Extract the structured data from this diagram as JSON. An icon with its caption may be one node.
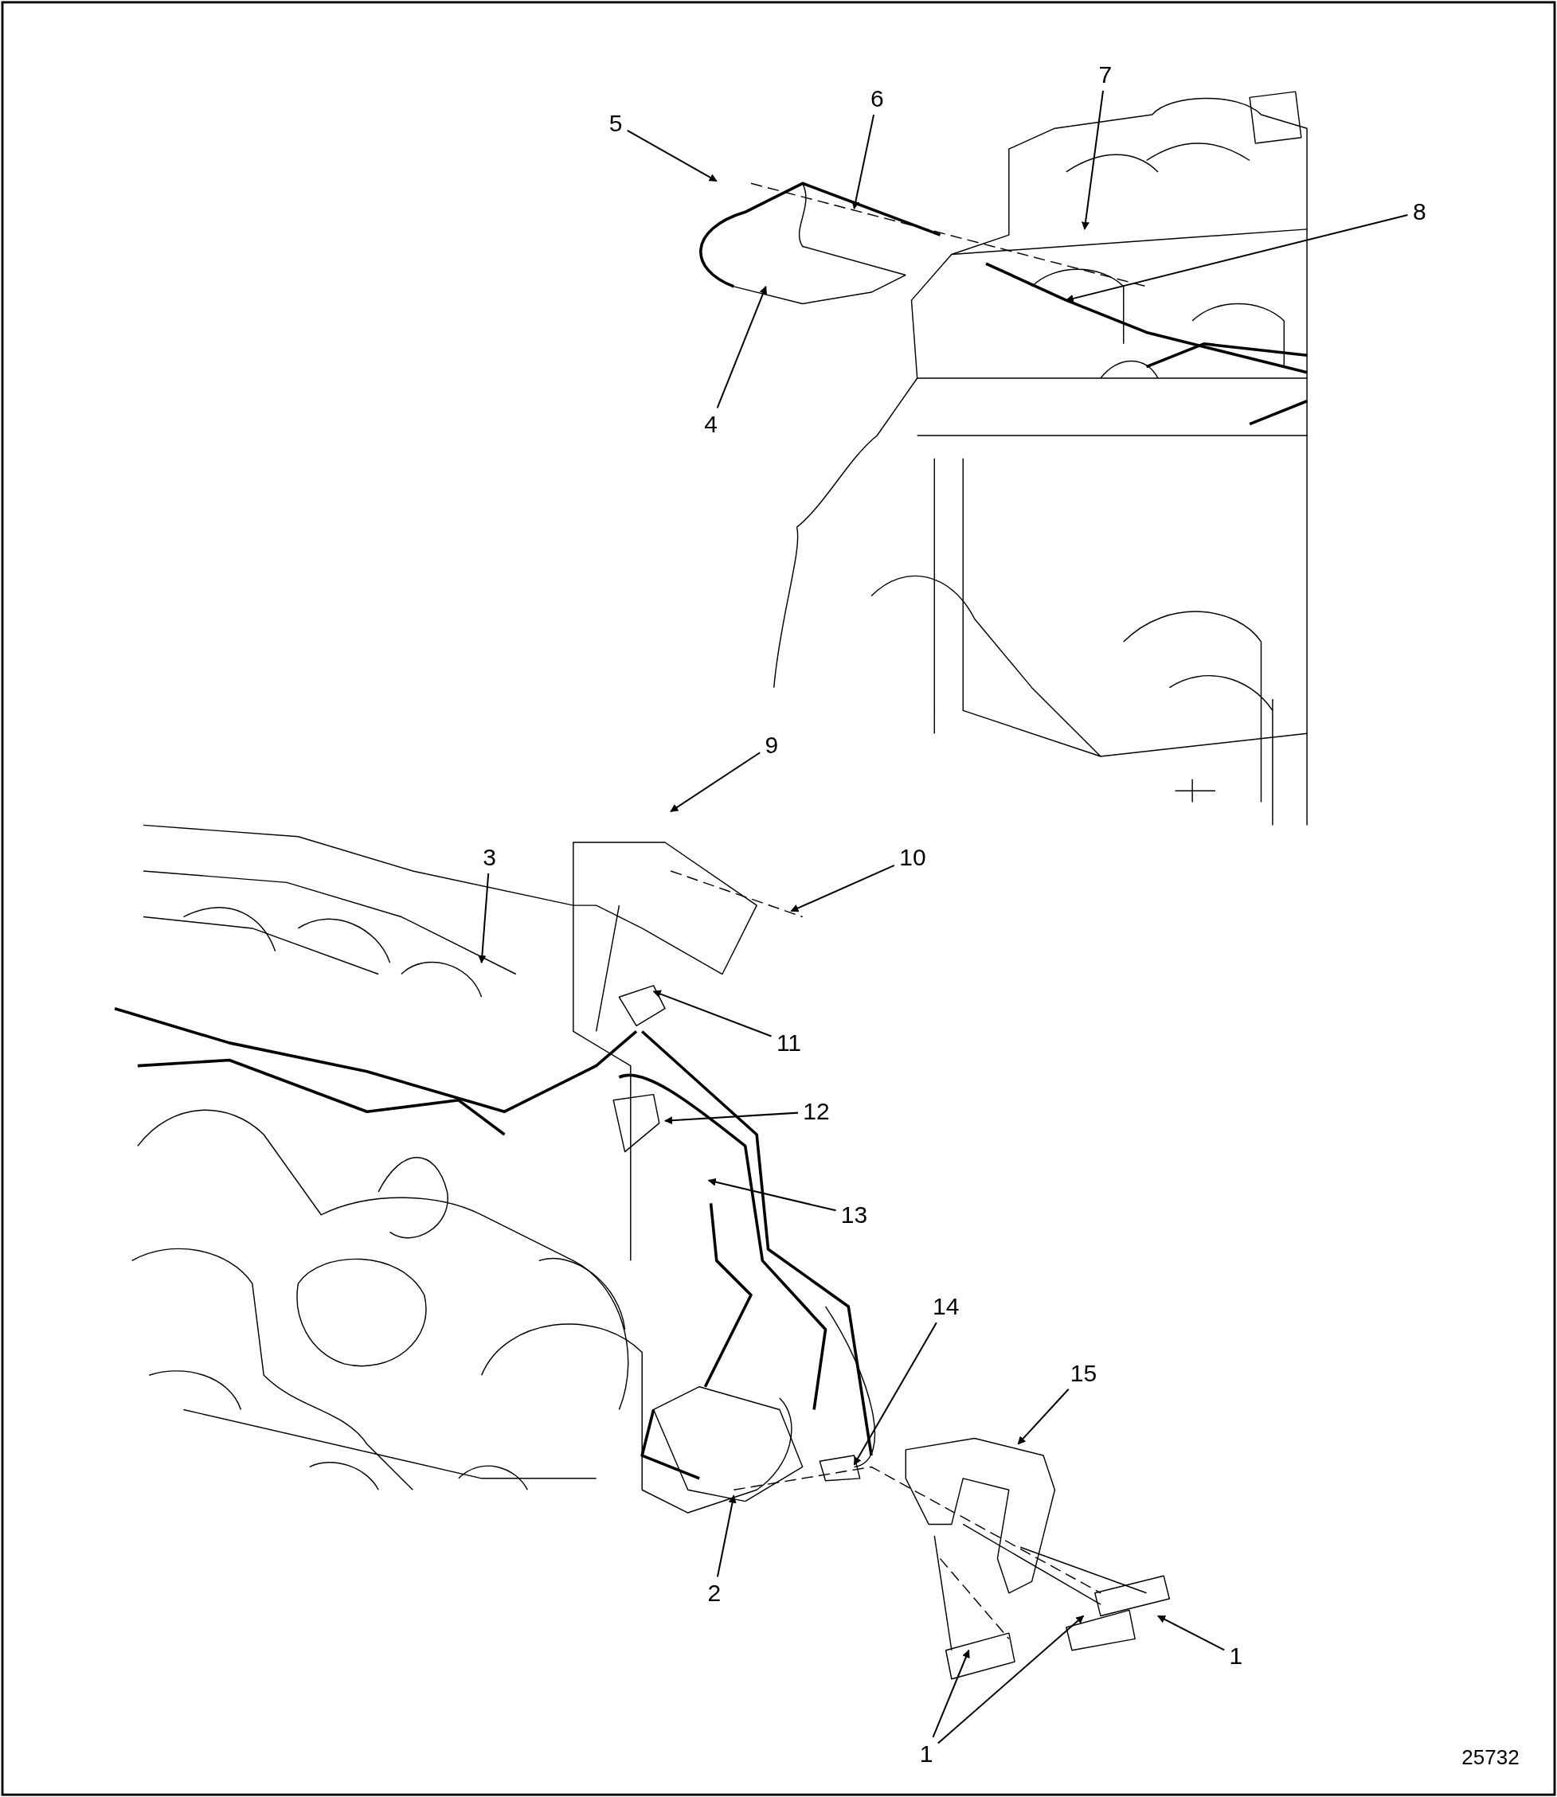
{
  "diagram": {
    "nodes": [
      {
        "text": [
          "7"
        ]
      },
      {
        "text": [
          "6"
        ]
      },
      {
        "text": [
          "5"
        ]
      },
      {
        "text": [
          "8"
        ]
      },
      {
        "text": [
          "4"
        ]
      },
      {
        "text": [
          "9"
        ]
      },
      {
        "text": [
          "3"
        ]
      },
      {
        "text": [
          "10"
        ]
      },
      {
        "text": [
          "11"
        ]
      },
      {
        "text": [
          "12"
        ]
      },
      {
        "text": [
          "13"
        ]
      },
      {
        "text": [
          "14"
        ]
      },
      {
        "text": [
          "15"
        ]
      },
      {
        "text": [
          "2"
        ]
      },
      {
        "text": [
          "1"
        ]
      },
      {
        "text": [
          "1"
        ]
      }
    ],
    "edges": [
      {
        "from": 0,
        "to": null,
        "arrow": "to"
      },
      {
        "from": 1,
        "to": null,
        "arrow": "to"
      },
      {
        "from": 2,
        "to": null,
        "arrow": "to"
      },
      {
        "from": 3,
        "to": null,
        "arrow": "to"
      },
      {
        "from": 4,
        "to": null,
        "arrow": "to"
      },
      {
        "from": 5,
        "to": null,
        "arrow": "to"
      },
      {
        "from": 6,
        "to": null,
        "arrow": "to"
      },
      {
        "from": 7,
        "to": null,
        "arrow": "to"
      },
      {
        "from": 8,
        "to": null,
        "arrow": "to"
      },
      {
        "from": 9,
        "to": null,
        "arrow": "to"
      },
      {
        "from": 10,
        "to": null,
        "arrow": "to"
      },
      {
        "from": 11,
        "to": null,
        "arrow": "to"
      },
      {
        "from": 12,
        "to": null,
        "arrow": "to"
      },
      {
        "from": 13,
        "to": null,
        "arrow": "to"
      },
      {
        "from": 14,
        "to": null,
        "arrow": "to"
      },
      {
        "from": 15,
        "to": null,
        "arrow": "to"
      },
      {
        "from": 15,
        "to": null,
        "arrow": "to"
      }
    ],
    "labels": [
      "25732"
    ]
  }
}
